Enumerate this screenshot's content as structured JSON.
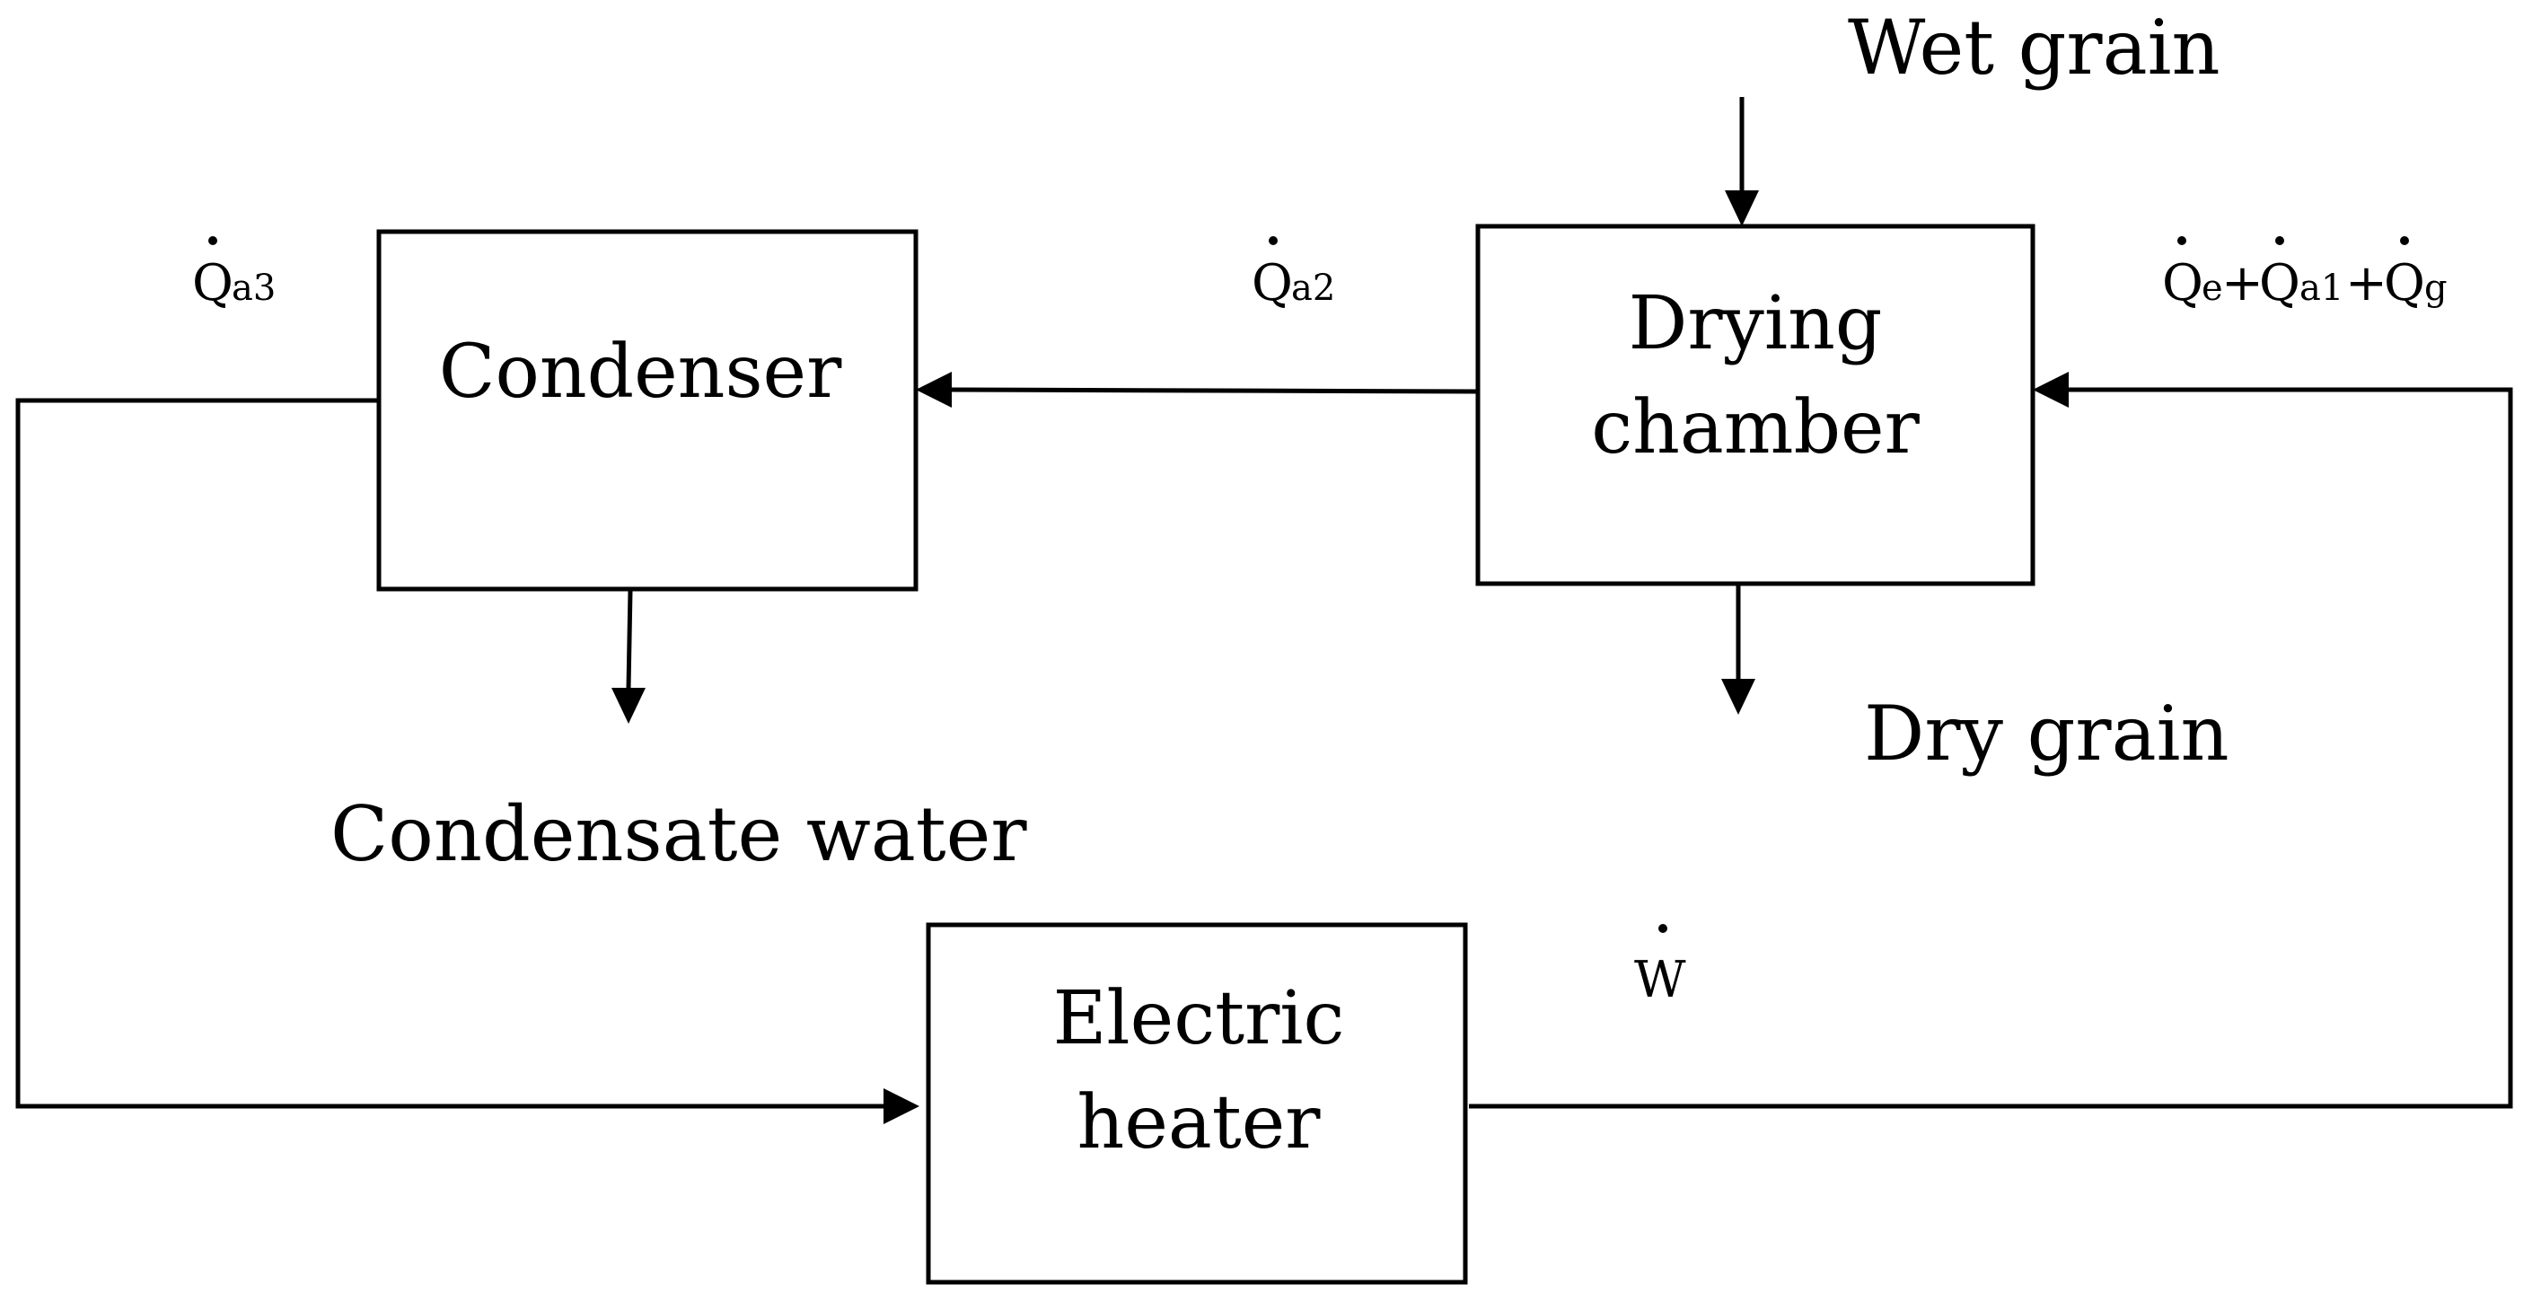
{
  "blocks": {
    "condenser": {
      "label": "Condenser"
    },
    "drying_chamber": {
      "line1": "Drying",
      "line2": "chamber"
    },
    "electric_heater": {
      "line1": "Electric",
      "line2": "heater"
    }
  },
  "flows": {
    "wet_grain": "Wet grain",
    "dry_grain": "Dry grain",
    "condensate_water": "Condensate water"
  },
  "quantities": {
    "q_a3": {
      "symbol": "Q",
      "sub": "a3"
    },
    "q_a2": {
      "symbol": "Q",
      "sub": "a2"
    },
    "q_e": {
      "symbol": "Q",
      "sub": "e"
    },
    "q_a1": {
      "symbol": "Q",
      "sub": "a1"
    },
    "q_g": {
      "symbol": "Q",
      "sub": "g"
    },
    "plus": "+",
    "w": {
      "symbol": "W"
    }
  }
}
